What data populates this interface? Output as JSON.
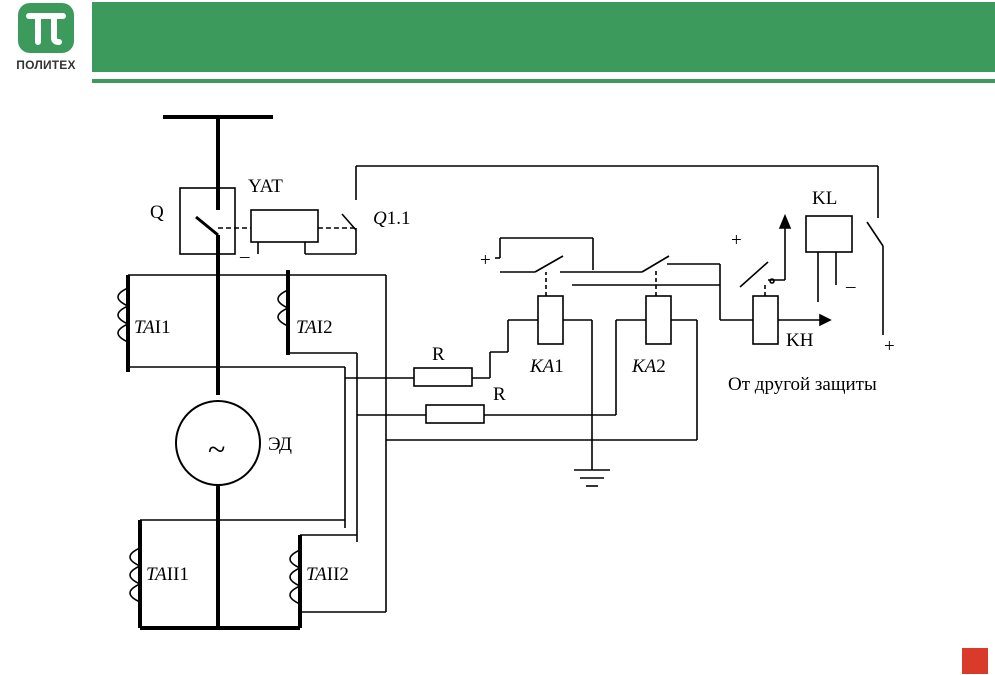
{
  "header": {
    "logo_text": "ПОЛИТЕХ",
    "logo_icon": "pi-icon",
    "bar_color": "#3d9a5d",
    "corner_color": "#d93a2a"
  },
  "diagram": {
    "breaker": "Q",
    "trip_coil": "YAT",
    "aux_contact": "Q",
    "aux_contact_num": "1.1",
    "ct_top_left": {
      "it": "TA",
      "rest": "I1"
    },
    "ct_top_right": {
      "it": "TA",
      "rest": "I2"
    },
    "ct_bottom_left": {
      "it": "TA",
      "rest": "II1"
    },
    "ct_bottom_right": {
      "it": "TA",
      "rest": "II2"
    },
    "motor_symbol": "~",
    "motor": "ЭД",
    "resistor_1": "R",
    "resistor_2": "R",
    "relay_1": {
      "it": "KA",
      "rest": "1"
    },
    "relay_2": {
      "it": "KA",
      "rest": "2"
    },
    "output_relay": "KL",
    "indicator_relay": "KH",
    "from_other_protection": "От другой защиты",
    "plus_left": "+",
    "plus_mid": "+",
    "plus_right": "+",
    "minus_coil": "–",
    "minus_kl": "–"
  }
}
